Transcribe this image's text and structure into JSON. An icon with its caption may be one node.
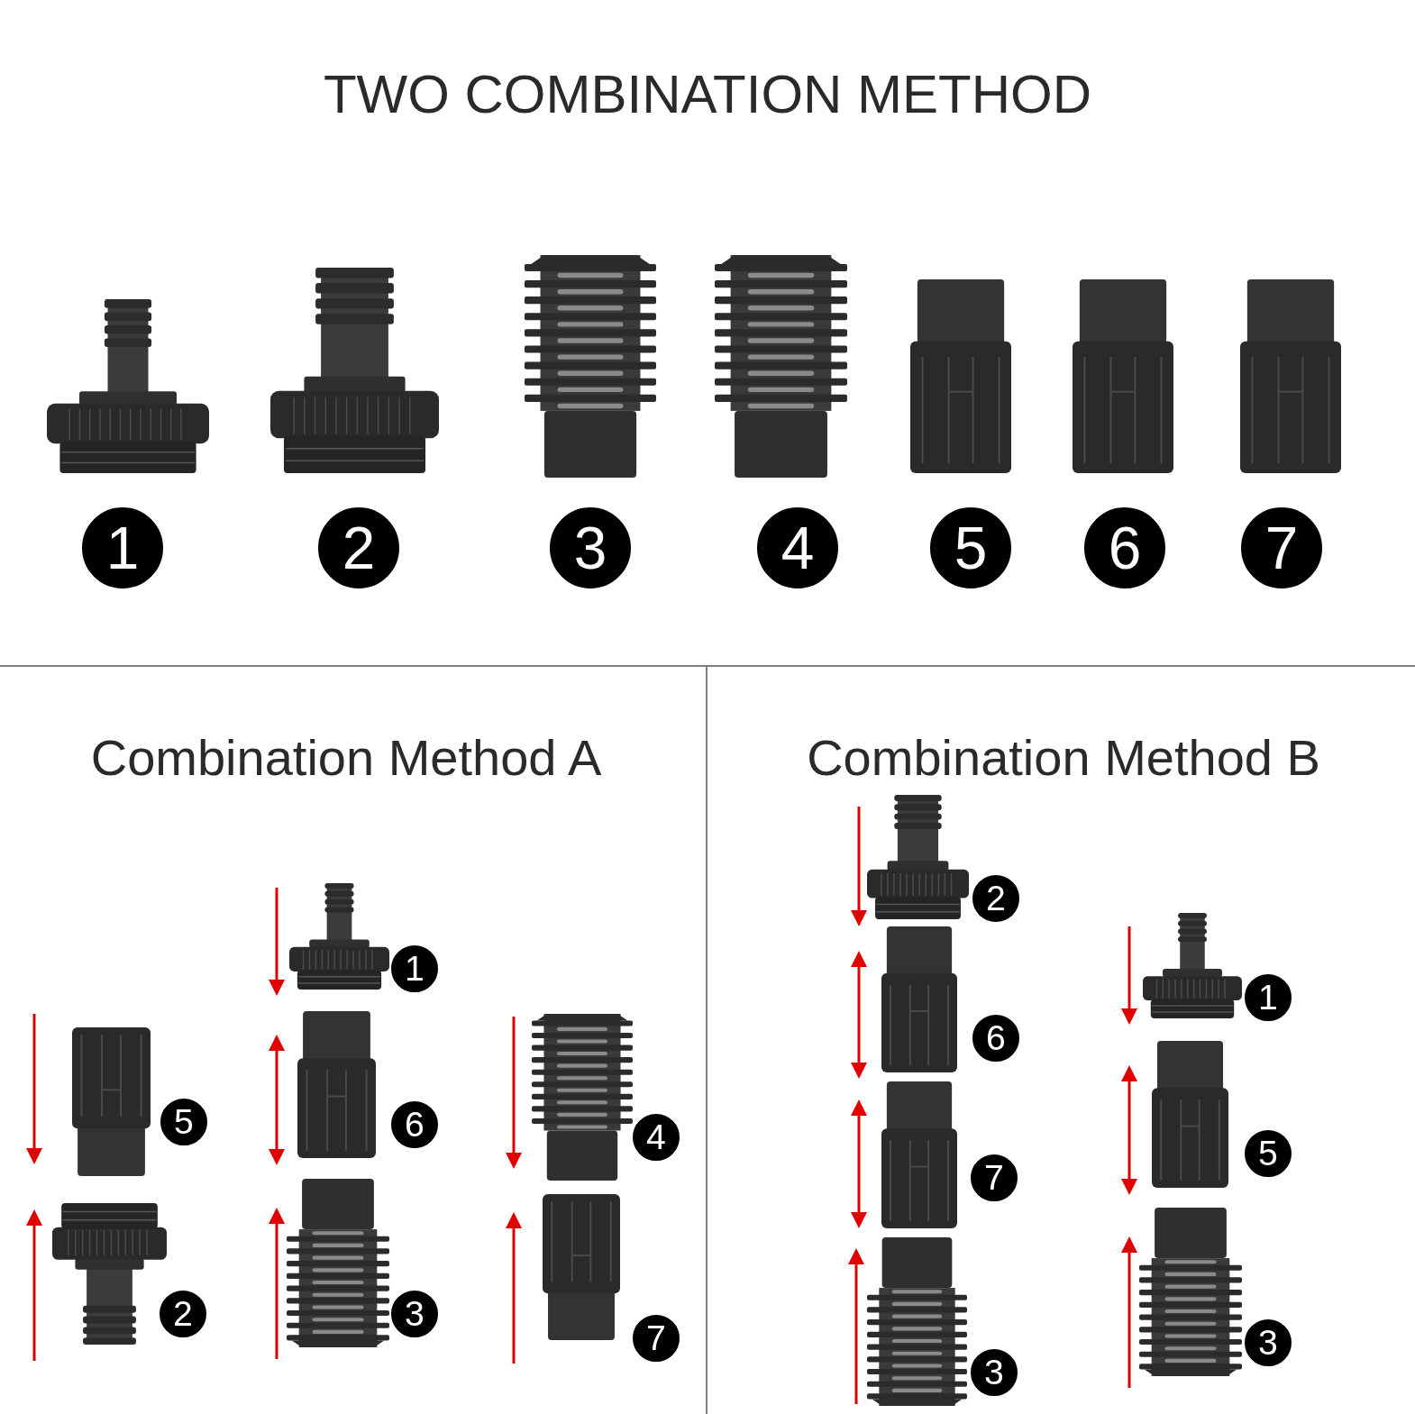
{
  "diagram": {
    "title": "TWO COMBINATION METHOD",
    "labels": [
      "1",
      "2",
      "3",
      "4",
      "5",
      "6",
      "7",
      "Combination Method A",
      "1",
      "5",
      "6",
      "4",
      "2",
      "3",
      "7",
      "Combination Method B",
      "2",
      "1",
      "6",
      "5",
      "7",
      "3",
      "3"
    ]
  }
}
